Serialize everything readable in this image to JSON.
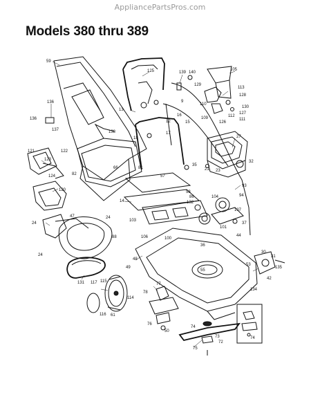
{
  "header": {
    "watermark": "AppliancePartsPros.com",
    "title": "Models 380 thru 389"
  },
  "diagram": {
    "callouts": [
      {
        "id": "c-59",
        "text": "59"
      },
      {
        "id": "c-125",
        "text": "125"
      },
      {
        "id": "c-139",
        "text": "139"
      },
      {
        "id": "c-140",
        "text": "140"
      },
      {
        "id": "c-105",
        "text": "105"
      },
      {
        "id": "c-136a",
        "text": "136"
      },
      {
        "id": "c-136b",
        "text": "136"
      },
      {
        "id": "c-137",
        "text": "137"
      },
      {
        "id": "c-138",
        "text": "138"
      },
      {
        "id": "c-13",
        "text": "13"
      },
      {
        "id": "c-9",
        "text": "9"
      },
      {
        "id": "c-12",
        "text": "12"
      },
      {
        "id": "c-16a",
        "text": "16"
      },
      {
        "id": "c-15",
        "text": "15"
      },
      {
        "id": "c-17",
        "text": "17"
      },
      {
        "id": "c-18",
        "text": "18"
      },
      {
        "id": "c-129",
        "text": "129"
      },
      {
        "id": "c-113",
        "text": "113"
      },
      {
        "id": "c-128",
        "text": "128"
      },
      {
        "id": "c-130",
        "text": "130"
      },
      {
        "id": "c-127",
        "text": "127"
      },
      {
        "id": "c-111",
        "text": "111"
      },
      {
        "id": "c-110",
        "text": "110"
      },
      {
        "id": "c-109",
        "text": "109"
      },
      {
        "id": "c-112",
        "text": "112"
      },
      {
        "id": "c-126",
        "text": "126"
      },
      {
        "id": "c-27",
        "text": "27"
      },
      {
        "id": "c-32",
        "text": "32"
      },
      {
        "id": "c-121",
        "text": "121"
      },
      {
        "id": "c-122",
        "text": "122"
      },
      {
        "id": "c-123",
        "text": "123"
      },
      {
        "id": "c-124",
        "text": "124"
      },
      {
        "id": "c-82",
        "text": "82"
      },
      {
        "id": "c-120",
        "text": "120"
      },
      {
        "id": "c-81",
        "text": "81"
      },
      {
        "id": "c-66",
        "text": "66"
      },
      {
        "id": "c-57",
        "text": "57"
      },
      {
        "id": "c-93",
        "text": "93"
      },
      {
        "id": "c-94",
        "text": "94"
      },
      {
        "id": "c-14",
        "text": "14"
      },
      {
        "id": "c-58",
        "text": "58"
      },
      {
        "id": "c-86",
        "text": "86"
      },
      {
        "id": "c-132",
        "text": "132"
      },
      {
        "id": "c-104",
        "text": "104"
      },
      {
        "id": "c-103",
        "text": "103"
      },
      {
        "id": "c-106",
        "text": "106"
      },
      {
        "id": "c-107",
        "text": "107"
      },
      {
        "id": "c-37",
        "text": "37"
      },
      {
        "id": "c-101",
        "text": "101"
      },
      {
        "id": "c-100",
        "text": "100"
      },
      {
        "id": "c-44",
        "text": "44"
      },
      {
        "id": "c-47",
        "text": "47"
      },
      {
        "id": "c-24a",
        "text": "24"
      },
      {
        "id": "c-24b",
        "text": "24"
      },
      {
        "id": "c-24c",
        "text": "24"
      },
      {
        "id": "c-88",
        "text": "88"
      },
      {
        "id": "c-48",
        "text": "48"
      },
      {
        "id": "c-49",
        "text": "49"
      },
      {
        "id": "c-55",
        "text": "55"
      },
      {
        "id": "c-53",
        "text": "53"
      },
      {
        "id": "c-131",
        "text": "131"
      },
      {
        "id": "c-117",
        "text": "117"
      },
      {
        "id": "c-116",
        "text": "116"
      },
      {
        "id": "c-115",
        "text": "115"
      },
      {
        "id": "c-114",
        "text": "114"
      },
      {
        "id": "c-61",
        "text": "61"
      },
      {
        "id": "c-77",
        "text": "77"
      },
      {
        "id": "c-78",
        "text": "78"
      },
      {
        "id": "c-76",
        "text": "76"
      },
      {
        "id": "c-50",
        "text": "50"
      },
      {
        "id": "c-74a",
        "text": "74"
      },
      {
        "id": "c-74b",
        "text": "74"
      },
      {
        "id": "c-73",
        "text": "73"
      },
      {
        "id": "c-72",
        "text": "72"
      },
      {
        "id": "c-75",
        "text": "75"
      },
      {
        "id": "c-134",
        "text": "134"
      },
      {
        "id": "c-135",
        "text": "135"
      },
      {
        "id": "c-31",
        "text": "31"
      },
      {
        "id": "c-30",
        "text": "30"
      },
      {
        "id": "c-42",
        "text": "42"
      },
      {
        "id": "c-36",
        "text": "36"
      },
      {
        "id": "c-35",
        "text": "35"
      },
      {
        "id": "c-21",
        "text": "21"
      },
      {
        "id": "c-23",
        "text": "23"
      }
    ]
  }
}
